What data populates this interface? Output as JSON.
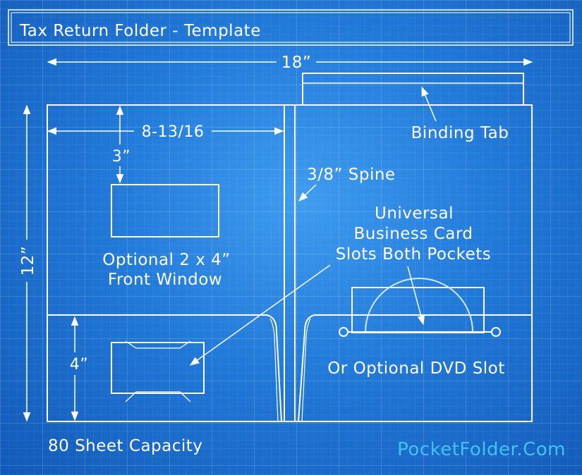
{
  "title": "Tax Return Folder - Template",
  "dimensions": {
    "width": "18”",
    "height": "12”",
    "panel_width": "8-13/16",
    "window_offset": "3”",
    "pocket_height": "4”"
  },
  "labels": {
    "binding_tab": "Binding Tab",
    "spine": "3/8” Spine",
    "card_slots_line1": "Universal",
    "card_slots_line2": "Business Card",
    "card_slots_line3": "Slots Both Pockets",
    "window_line1": "Optional 2 x 4”",
    "window_line2": "Front Window",
    "dvd_slot": "Or Optional DVD Slot",
    "capacity": "80 Sheet Capacity"
  },
  "brand": "PocketFolder.Com",
  "colors": {
    "background": "#1a6fd0",
    "line": "#ffffff",
    "brand": "#43c3f5"
  }
}
